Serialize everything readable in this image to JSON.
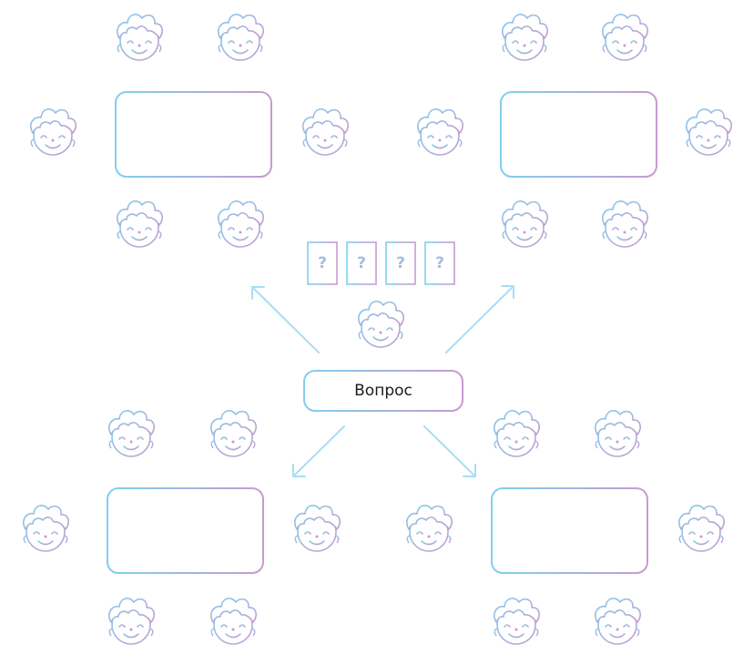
{
  "center_button": {
    "label": "Вопрос"
  },
  "question_cards": [
    "?",
    "?",
    "?",
    "?"
  ],
  "colors": {
    "gradient_start": "#7fd0ef",
    "gradient_end": "#c79bd0",
    "arrow": "#a8def3",
    "question_text": "#a4bedb",
    "label_text": "#1a1a1a"
  },
  "groups": [
    {
      "name": "group-top-left",
      "seats": 6
    },
    {
      "name": "group-top-right",
      "seats": 6
    },
    {
      "name": "group-bottom-left",
      "seats": 6
    },
    {
      "name": "group-bottom-right",
      "seats": 6
    }
  ],
  "presenter_icon": "smiling-child-icon",
  "arrow_icon": "arrow-icon"
}
